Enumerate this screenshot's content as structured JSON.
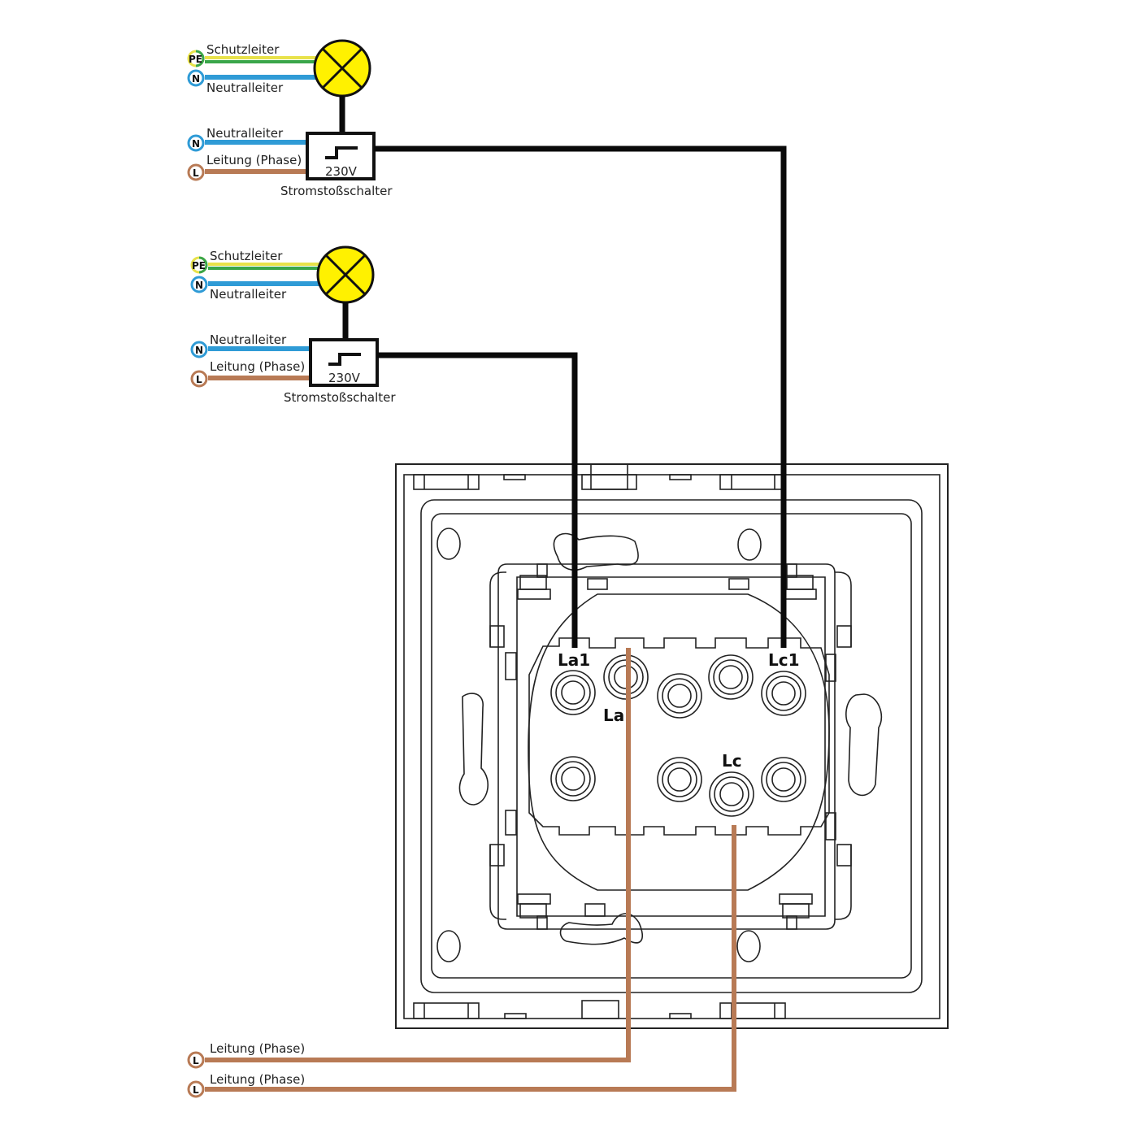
{
  "colors": {
    "protective_earth_yellow": "#e8e24a",
    "protective_earth_green": "#3aa64a",
    "neutral_blue": "#2f9bd6",
    "phase_brown": "#b87a55",
    "control_wire_black": "#0a0a0a",
    "lamp_yellow": "#fff100",
    "outline": "#222222"
  },
  "circuits": [
    {
      "lamp": {
        "earth_badge": "PE",
        "earth_label": "Schutzleiter",
        "neutral_badge": "N",
        "neutral_label": "Neutralleiter"
      },
      "relay": {
        "neutral_badge": "N",
        "neutral_label": "Neutralleiter",
        "phase_badge": "L",
        "phase_label": "Leitung (Phase)",
        "voltage": "230V",
        "name": "Stromstoßschalter"
      },
      "connects_to_terminal": "Lc1"
    },
    {
      "lamp": {
        "earth_badge": "PE",
        "earth_label": "Schutzleiter",
        "neutral_badge": "N",
        "neutral_label": "Neutralleiter"
      },
      "relay": {
        "neutral_badge": "N",
        "neutral_label": "Neutralleiter",
        "phase_badge": "L",
        "phase_label": "Leitung (Phase)",
        "voltage": "230V",
        "name": "Stromstoßschalter"
      },
      "connects_to_terminal": "La1"
    }
  ],
  "switch": {
    "terminals": {
      "la1": "La1",
      "la": "La",
      "lc1": "Lc1",
      "lc": "Lc"
    }
  },
  "supply": [
    {
      "badge": "L",
      "label": "Leitung (Phase)",
      "connects_to_terminal": "La"
    },
    {
      "badge": "L",
      "label": "Leitung (Phase)",
      "connects_to_terminal": "Lc"
    }
  ]
}
